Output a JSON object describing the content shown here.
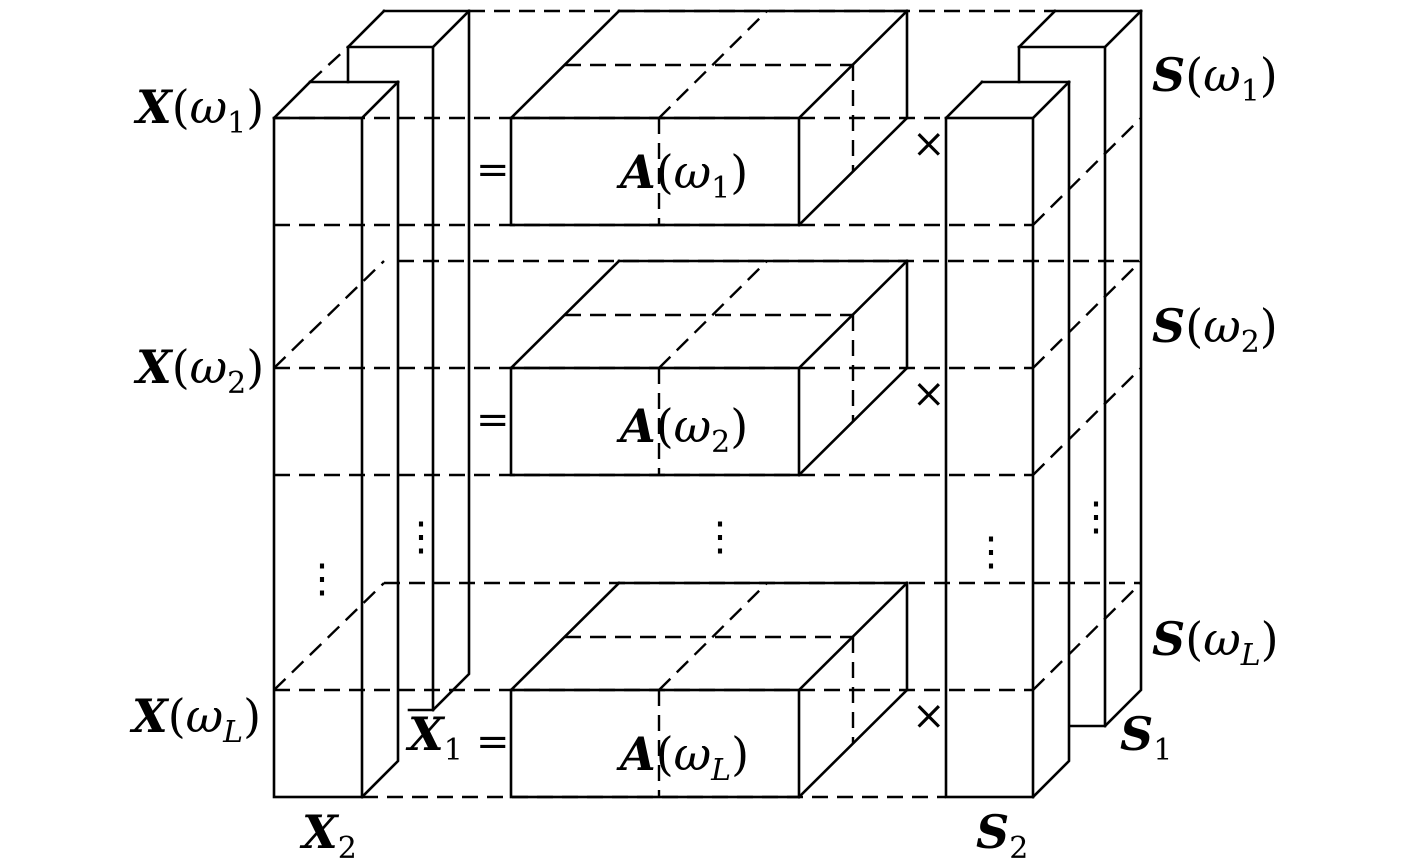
{
  "labels": {
    "x_rows": [
      {
        "bold": "X",
        "open": "(",
        "greek": "ω",
        "sub": "1",
        "close": ")"
      },
      {
        "bold": "X",
        "open": "(",
        "greek": "ω",
        "sub": "2",
        "close": ")"
      },
      {
        "bold": "X",
        "open": "(",
        "greek": "ω",
        "sub": "L",
        "close": ")"
      }
    ],
    "a_blocks": [
      {
        "bold": "A",
        "open": "(",
        "greek": "ω",
        "sub": "1",
        "close": ")"
      },
      {
        "bold": "A",
        "open": "(",
        "greek": "ω",
        "sub": "2",
        "close": ")"
      },
      {
        "bold": "A",
        "open": "(",
        "greek": "ω",
        "sub": "L",
        "close": ")"
      }
    ],
    "s_rows": [
      {
        "bold": "S",
        "open": "(",
        "greek": "ω",
        "sub": "1",
        "close": ")"
      },
      {
        "bold": "S",
        "open": "(",
        "greek": "ω",
        "sub": "2",
        "close": ")"
      },
      {
        "bold": "S",
        "open": "(",
        "greek": "ω",
        "sub": "L",
        "close": ")"
      }
    ],
    "x1": {
      "bold": "X",
      "sub": "1"
    },
    "x2": {
      "bold": "X",
      "sub": "2"
    },
    "s1": {
      "bold": "S",
      "sub": "1"
    },
    "s2": {
      "bold": "S",
      "sub": "2"
    },
    "equals": "=",
    "times": "×",
    "vdots": "⋮"
  }
}
